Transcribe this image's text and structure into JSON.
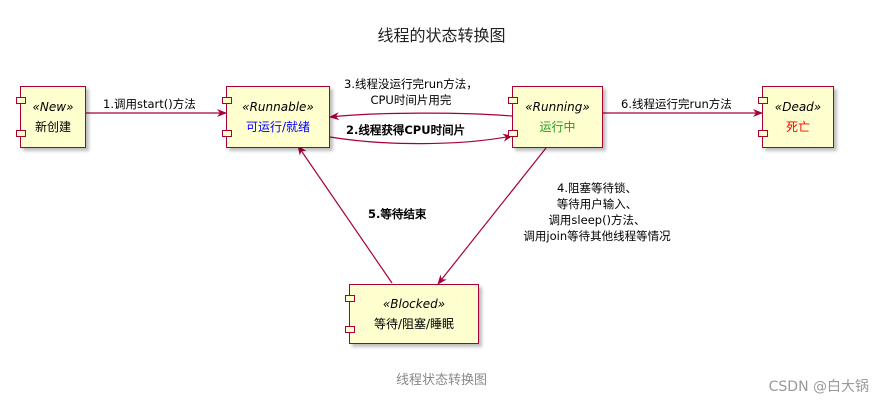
{
  "title": "线程的状态转换图",
  "caption": "线程状态转换图",
  "watermark": "CSDN @白大锅",
  "colors": {
    "node_fill": "#fefece",
    "node_border": "#a80036",
    "arrow": "#a80036",
    "new_label": "#000000",
    "runnable_label": "#0000ff",
    "running_label": "#1f9f1f",
    "dead_label": "#ff0000",
    "blocked_label": "#000000"
  },
  "nodes": {
    "new": {
      "stereotype": "«New»",
      "label": "新创建"
    },
    "runnable": {
      "stereotype": "«Runnable»",
      "label": "可运行/就绪"
    },
    "running": {
      "stereotype": "«Running»",
      "label": "运行中"
    },
    "dead": {
      "stereotype": "«Dead»",
      "label": "死亡"
    },
    "blocked": {
      "stereotype": "«Blocked»",
      "label": "等待/阻塞/睡眠"
    }
  },
  "edges": {
    "e1": [
      "1.调用start()方法"
    ],
    "e2": [
      "2.线程获得CPU时间片"
    ],
    "e3": [
      "3.线程没运行完run方法，",
      "CPU时间片用完"
    ],
    "e4": [
      "4.阻塞等待锁、",
      "等待用户输入、",
      "调用sleep()方法、",
      "调用join等待其他线程等情况"
    ],
    "e5": [
      "5.等待结束"
    ],
    "e6": [
      "6.线程运行完run方法"
    ]
  }
}
